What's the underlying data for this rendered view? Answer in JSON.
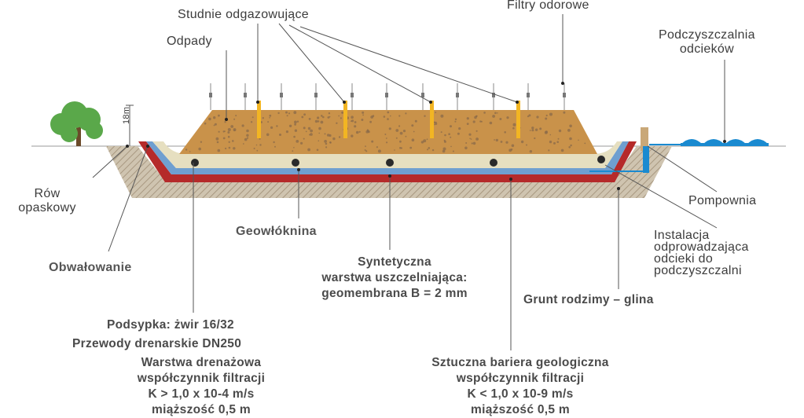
{
  "labels": {
    "studnie": "Studnie odgazowujące",
    "filtry": "Filtry odorowe",
    "odpady": "Odpady",
    "podczyszczalnia": "Podczyszczalnia\nodcieków",
    "height_mark": "18m",
    "row": "Rów\nopaskowy",
    "pompownia": "Pompownia",
    "geowloknina": "Geowłóknina",
    "instalacja": "Instalacja\nodprowadzająca\nodcieki do\npodczyszczalni",
    "obwalowanie": "Obwałowanie",
    "syntetyczna": "Syntetyczna\nwarstwa uszczelniająca:\ngeomembrana B = 2 mm",
    "grunt": "Grunt rodzimy – glina",
    "podsypka": "Podsypka: żwir 16/32",
    "przewody": "Przewody drenarskie DN250",
    "warstwa_drenazowa": "Warstwa drenażowa\nwspółczynnik filtracji\nK > 1,0 x 10-4 m/s\nmiąższość 0,5 m",
    "sztuczna_bariera": "Sztuczna bariera geologiczna\nwspółczynnik filtracji\nK < 1,0 x 10-9 m/s\nmiąższość 0,5 m"
  },
  "colors": {
    "waste": "#c9924a",
    "waste_dots": "#8a6a4a",
    "gravel": "#e6dfc0",
    "blue_layer": "#6f9fd0",
    "red_layer": "#b52a2a",
    "ground": "#cfc4b0",
    "hatch": "#a89880",
    "well": "#f2b523",
    "tree": "#5aa84a",
    "leader": "#555555"
  }
}
